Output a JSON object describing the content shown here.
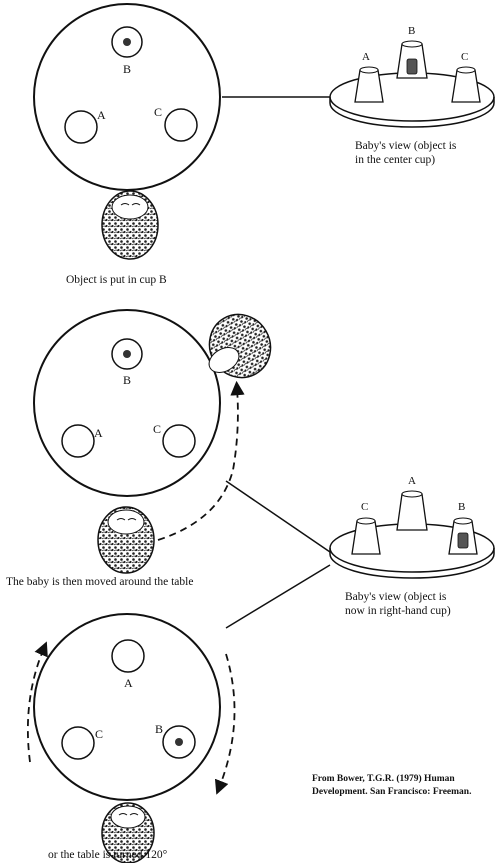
{
  "cup_labels": {
    "a": "A",
    "b": "B",
    "c": "C"
  },
  "panel1": {
    "caption": "Object is put in cup B",
    "baby_view_line1": "Baby's view (object is",
    "baby_view_line2": "in the center cup)"
  },
  "panel2": {
    "caption": "The baby is then moved around the table",
    "baby_view_line1": "Baby's view (object is",
    "baby_view_line2": "now in right-hand cup)"
  },
  "panel3": {
    "caption": "or the table is turned 120°"
  },
  "source": {
    "line1": "From Bower, T.G.R. (1979) Human",
    "line2": "Development. San Francisco: Freeman."
  }
}
